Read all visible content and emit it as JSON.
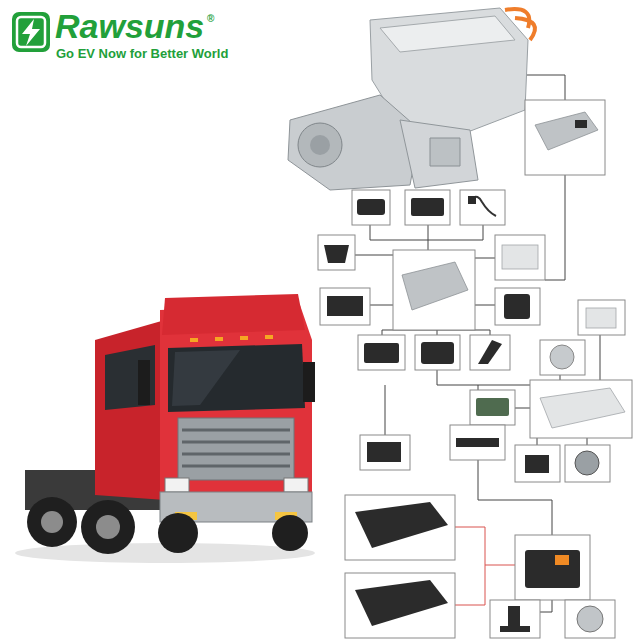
{
  "diagram": {
    "labels": [
      "Rawsuns",
      "®",
      "Go EV Now for Better World"
    ]
  }
}
